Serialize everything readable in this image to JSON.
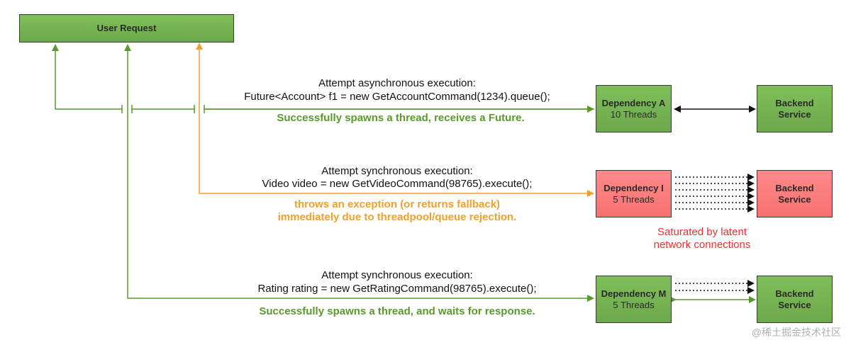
{
  "user_request": {
    "label": "User Request"
  },
  "rows": [
    {
      "line1": "Attempt asynchronous execution:",
      "line2": "Future<Account> f1 = new GetAccountCommand(1234).queue();",
      "result": [
        "Successfully spawns a thread, receives a Future."
      ],
      "dependency": {
        "name": "Dependency A",
        "threads": "10 Threads"
      },
      "backend": [
        "Backend",
        "Service"
      ]
    },
    {
      "line1": "Attempt synchronous execution:",
      "line2": "Video video = new GetVideoCommand(98765).execute();",
      "result": [
        "throws an exception (or returns fallback)",
        "immediately due to threadpool/queue rejection."
      ],
      "dependency": {
        "name": "Dependency I",
        "threads": "5 Threads"
      },
      "backend": [
        "Backend",
        "Service"
      ],
      "note": [
        "Saturated by latent",
        "network connections"
      ]
    },
    {
      "line1": "Attempt synchronous execution:",
      "line2": "Rating rating = new GetRatingCommand(98765).execute();",
      "result": [
        "Successfully spawns a thread, and waits for response."
      ],
      "dependency": {
        "name": "Dependency M",
        "threads": "5 Threads"
      },
      "backend": [
        "Backend",
        "Service"
      ]
    }
  ],
  "watermark": "@稀土掘金技术社区",
  "colors": {
    "green_line": "#5a9a2c",
    "orange_line": "#f0a030",
    "green_box": "#6ca94a",
    "red_box": "#f77070"
  }
}
